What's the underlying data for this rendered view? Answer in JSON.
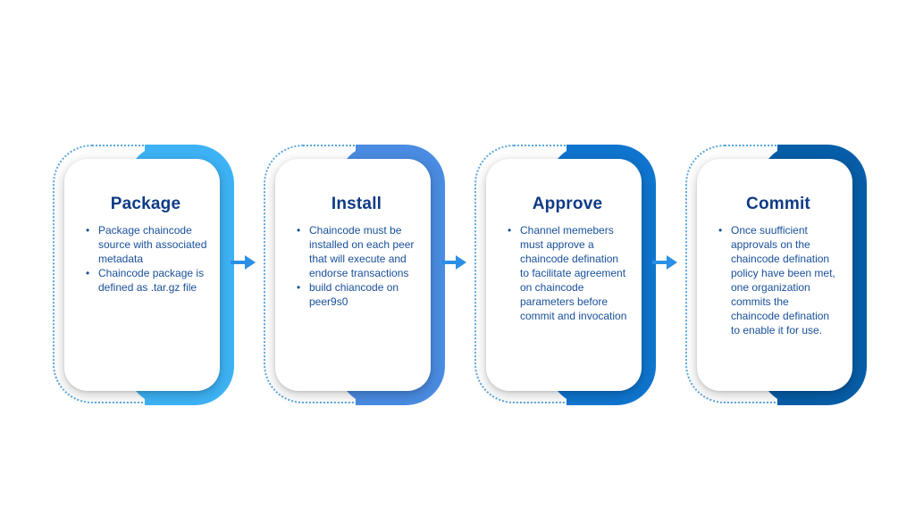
{
  "colors": {
    "accent_1": "#3db3f5",
    "accent_2": "#4a8ce2",
    "accent_3": "#0f75cf",
    "accent_4": "#075ea8",
    "title": "#0f3b85",
    "text": "#184f99",
    "arrow": "#2b8fe6"
  },
  "steps": [
    {
      "title": "Package",
      "bullets": [
        "Package chaincode source with associated metadata",
        "Chaincode package is defined as .tar.gz file"
      ]
    },
    {
      "title": "Install",
      "bullets": [
        "Chaincode must be installed on each peer that will execute and endorse transactions",
        "build chiancode on peer9s0"
      ]
    },
    {
      "title": "Approve",
      "bullets": [
        "Channel memebers must approve a chaincode defination to facilitate agreement on chaincode parameters before commit and invocation"
      ]
    },
    {
      "title": "Commit",
      "bullets": [
        "Once suufficient approvals on the chaincode defination policy have been met, one organization commits the chaincode defination to enable it for use."
      ]
    }
  ],
  "connectors": [
    "arrow-right-icon",
    "arrow-right-icon",
    "arrow-right-icon"
  ]
}
